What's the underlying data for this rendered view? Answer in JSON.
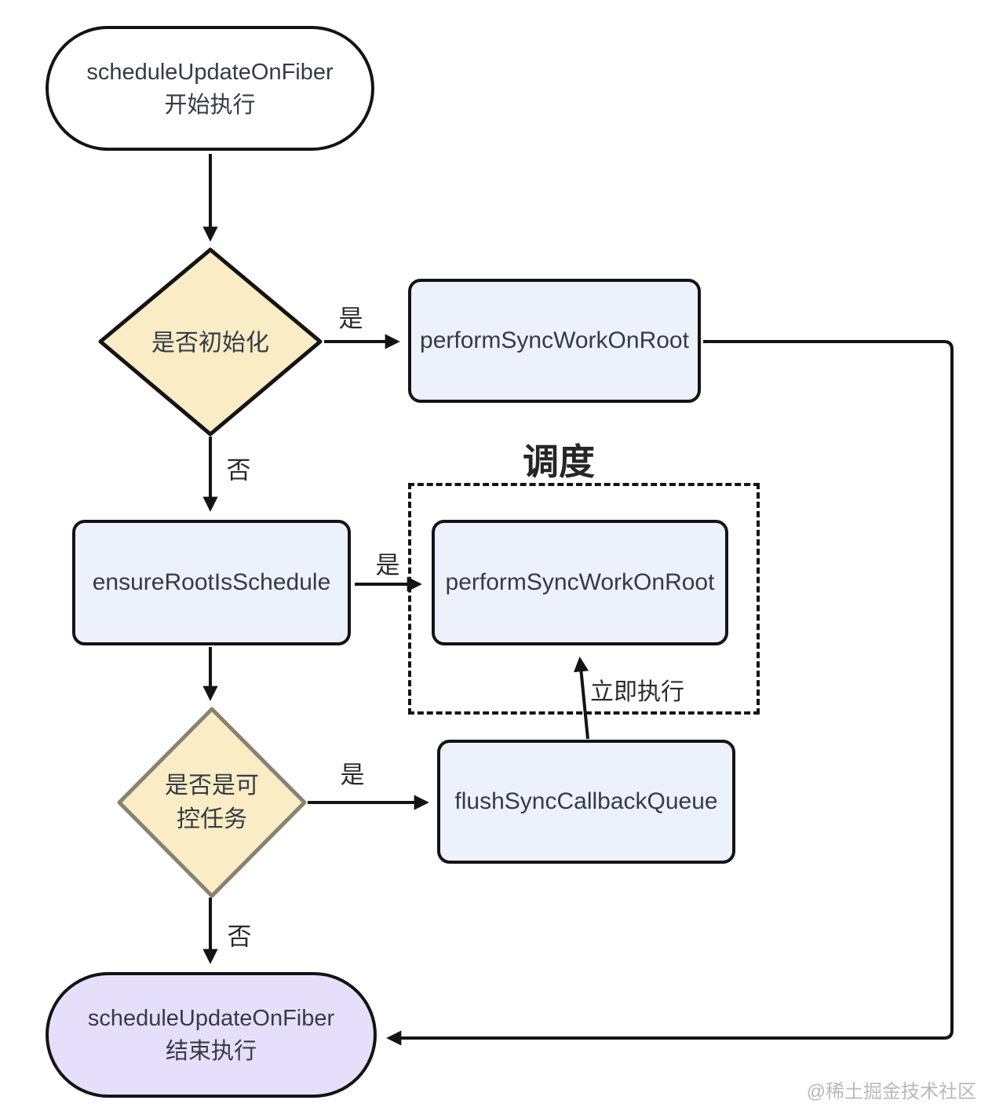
{
  "diagram": {
    "nodes": {
      "start": {
        "line1": "scheduleUpdateOnFiber",
        "line2": "开始执行",
        "shape": "stadium"
      },
      "decision_init": {
        "label": "是否初始化",
        "shape": "diamond"
      },
      "perform_sync_top": {
        "label": "performSyncWorkOnRoot",
        "shape": "process"
      },
      "ensure_root": {
        "label": "ensureRootIsSchedule",
        "shape": "process"
      },
      "scheduling_group": {
        "title": "调度",
        "shape": "dashed-group"
      },
      "perform_sync_inner": {
        "label": "performSyncWorkOnRoot",
        "shape": "process"
      },
      "decision_controllable": {
        "line1": "是否是可",
        "line2": "控任务",
        "shape": "diamond"
      },
      "flush_queue": {
        "label": "flushSyncCallbackQueue",
        "shape": "process"
      },
      "end": {
        "line1": "scheduleUpdateOnFiber",
        "line2": "结束执行",
        "shape": "stadium"
      }
    },
    "edge_labels": {
      "init_yes": "是",
      "init_no": "否",
      "ensure_yes": "是",
      "controllable_yes": "是",
      "controllable_no": "否",
      "immediate": "立即执行"
    },
    "edges": [
      {
        "from": "start",
        "to": "decision_init",
        "label": ""
      },
      {
        "from": "decision_init",
        "to": "perform_sync_top",
        "label": "是"
      },
      {
        "from": "decision_init",
        "to": "ensure_root",
        "label": "否"
      },
      {
        "from": "perform_sync_top",
        "to": "end",
        "label": ""
      },
      {
        "from": "ensure_root",
        "to": "perform_sync_inner",
        "label": "是"
      },
      {
        "from": "ensure_root",
        "to": "decision_controllable",
        "label": ""
      },
      {
        "from": "decision_controllable",
        "to": "flush_queue",
        "label": "是"
      },
      {
        "from": "flush_queue",
        "to": "perform_sync_inner",
        "label": "立即执行"
      },
      {
        "from": "decision_controllable",
        "to": "end",
        "label": "否"
      }
    ],
    "colors": {
      "decision_fill": "#faecc5",
      "process_fill": "#edf1fb",
      "end_fill": "#e6dffb",
      "start_fill": "#ffffff",
      "stroke": "#141414",
      "decision2_stroke": "#8a8270",
      "text": "#343b46",
      "watermark": "#b9b9b9"
    },
    "watermark": "@稀土掘金技术社区"
  }
}
